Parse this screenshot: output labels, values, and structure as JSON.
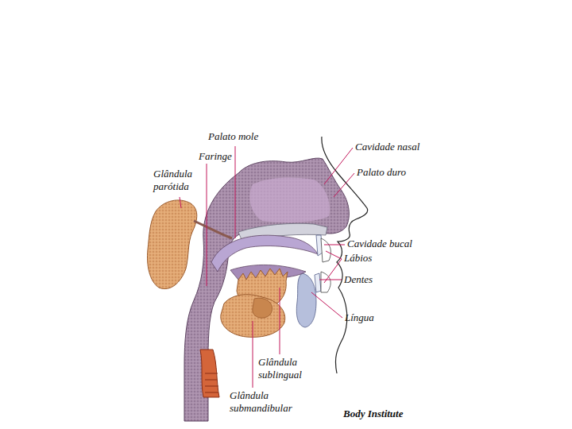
{
  "diagram": {
    "labels": [
      "Palato mole",
      "Faringe",
      "Glândula parótida",
      "Cavidade nasal",
      "Palato duro",
      "Cavidade bucal",
      "Lábios",
      "Dentes",
      "Língua",
      "Glândula sublingual",
      "Glândula submandibular",
      "Body Institute"
    ]
  }
}
